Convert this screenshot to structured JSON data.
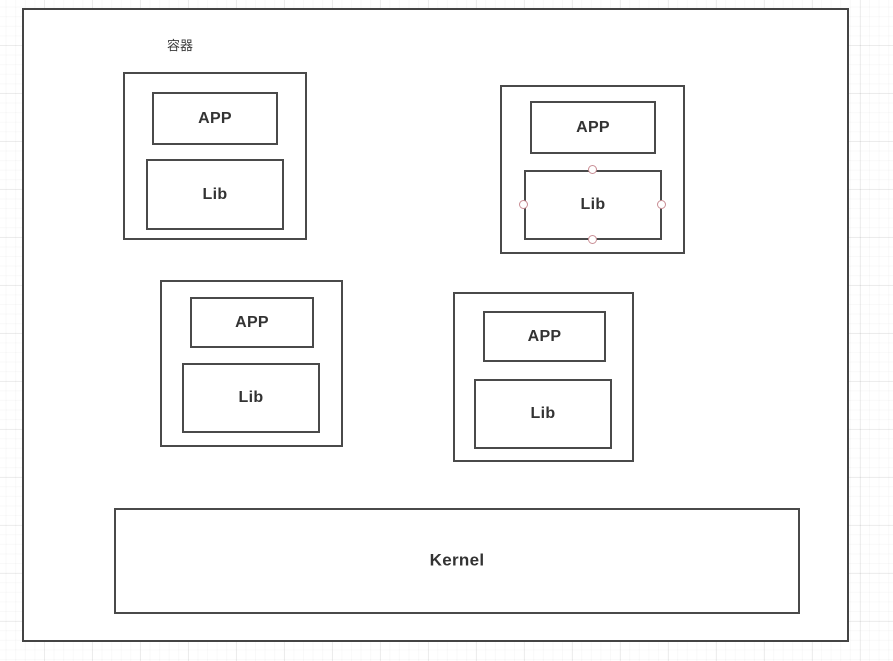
{
  "diagram": {
    "type": "container-architecture-diagram",
    "caption": "容器",
    "outer_frame_name": "host-boundary",
    "kernel": {
      "label": "Kernel"
    },
    "containers": [
      {
        "id": "container-1",
        "app_label": "APP",
        "lib_label": "Lib",
        "selected": false
      },
      {
        "id": "container-2",
        "app_label": "APP",
        "lib_label": "Lib",
        "selected": true
      },
      {
        "id": "container-3",
        "app_label": "APP",
        "lib_label": "Lib",
        "selected": false
      },
      {
        "id": "container-4",
        "app_label": "APP",
        "lib_label": "Lib",
        "selected": false
      }
    ],
    "selection_handles": [
      {
        "position": "top"
      },
      {
        "position": "right"
      },
      {
        "position": "bottom"
      },
      {
        "position": "left"
      }
    ],
    "colors": {
      "border": "#4a4a4a",
      "text": "#333333",
      "handle_stroke": "#c98e95",
      "handle_fill": "#ffffff",
      "grid": "#e8e8e8",
      "background": "#ffffff"
    }
  }
}
